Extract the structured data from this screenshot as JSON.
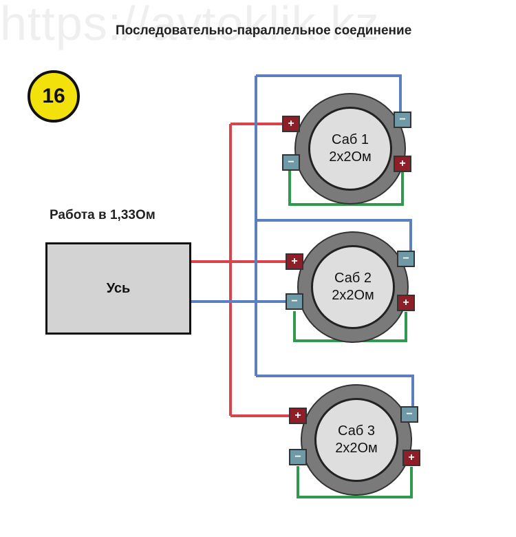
{
  "watermark": "https://avtoklik.kz",
  "title": "Последовательно-параллельное соединение",
  "badge": "16",
  "mode_label": "Работа в 1,33Ом",
  "amp_label": "Усь",
  "subs": [
    {
      "name": "Саб 1",
      "spec": "2х2Ом"
    },
    {
      "name": "Саб 2",
      "spec": "2х2Ом"
    },
    {
      "name": "Саб 3",
      "spec": "2х2Ом"
    }
  ],
  "terminal_plus": "+",
  "terminal_minus": "−",
  "colors": {
    "positive": "#d9444c",
    "negative": "#5b7fc0",
    "bridge": "#2f9a4e",
    "badge": "#f3e10c"
  }
}
